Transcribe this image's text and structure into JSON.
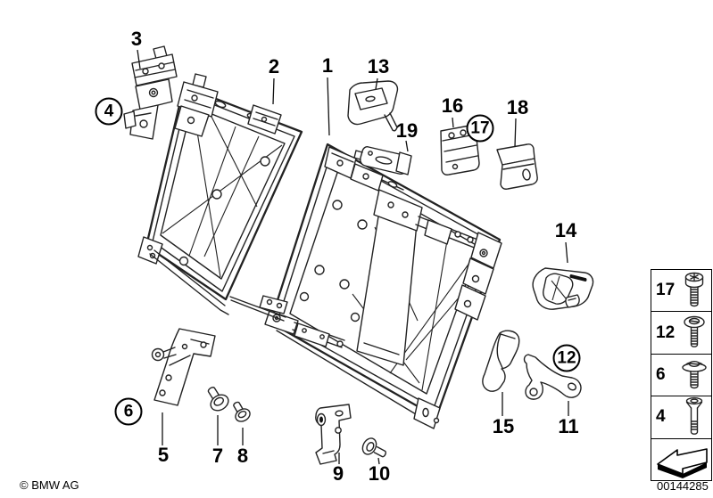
{
  "diagram": {
    "colors": {
      "background": "#ffffff",
      "line_art": "#222222",
      "text": "#000000"
    },
    "callouts": [
      {
        "label": "1",
        "circled": false
      },
      {
        "label": "2",
        "circled": false
      },
      {
        "label": "3",
        "circled": false
      },
      {
        "label": "4",
        "circled": true
      },
      {
        "label": "5",
        "circled": false
      },
      {
        "label": "6",
        "circled": true
      },
      {
        "label": "7",
        "circled": false
      },
      {
        "label": "8",
        "circled": false
      },
      {
        "label": "9",
        "circled": false
      },
      {
        "label": "10",
        "circled": false
      },
      {
        "label": "11",
        "circled": false
      },
      {
        "label": "12",
        "circled": true
      },
      {
        "label": "13",
        "circled": false
      },
      {
        "label": "14",
        "circled": false
      },
      {
        "label": "15",
        "circled": false
      },
      {
        "label": "16",
        "circled": false
      },
      {
        "label": "17",
        "circled": true
      },
      {
        "label": "18",
        "circled": false
      },
      {
        "label": "19",
        "circled": false
      }
    ],
    "legend": {
      "rows": [
        {
          "label": "17",
          "icon": "cheese-head-screw-icon"
        },
        {
          "label": "12",
          "icon": "pan-head-screw-icon"
        },
        {
          "label": "6",
          "icon": "flange-head-screw-icon"
        },
        {
          "label": "4",
          "icon": "countersunk-screw-icon"
        }
      ],
      "arrow_icon": "direction-of-travel-arrow-icon"
    },
    "footer": {
      "copyright": "© BMW AG",
      "image_number": "00144285"
    }
  }
}
